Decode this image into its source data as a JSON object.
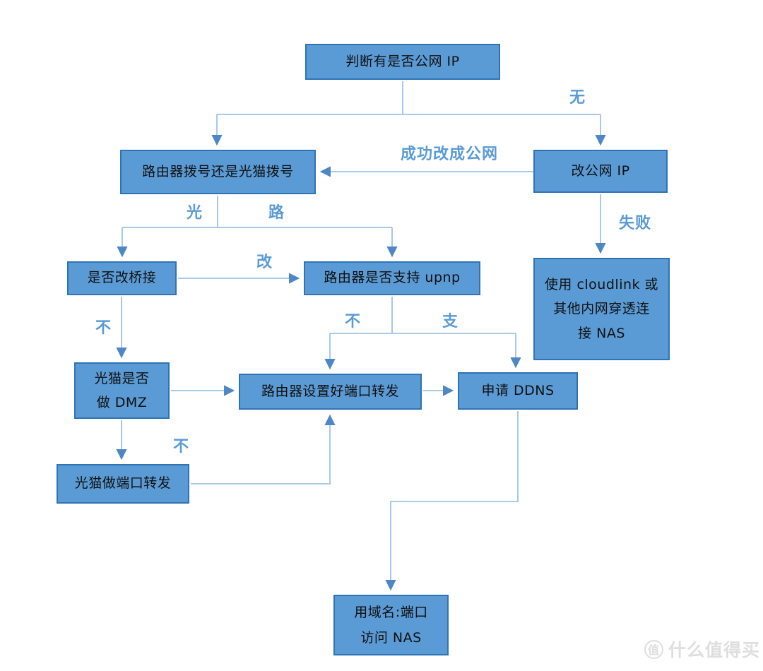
{
  "diagram": {
    "description": "NAS public IP decision flowchart"
  },
  "nodes": {
    "check_public_ip": {
      "label": "判断有是否公网 IP"
    },
    "dial_mode": {
      "label": "路由器拨号还是光猫拨号"
    },
    "change_public_ip": {
      "label": "改公网 IP"
    },
    "cloudlink": {
      "line1": "使用 cloudlink 或",
      "line2": "其他内网穿透连",
      "line3": "接 NAS"
    },
    "bridge": {
      "label": "是否改桥接"
    },
    "upnp": {
      "label": "路由器是否支持 upnp"
    },
    "dmz": {
      "line1": "光猫是否",
      "line2": "做 DMZ"
    },
    "port_forward_router": {
      "label": "路由器设置好端口转发"
    },
    "ddns": {
      "label": "申请 DDNS"
    },
    "port_forward_modem": {
      "label": "光猫做端口转发"
    },
    "access_nas": {
      "line1": "用域名:端口",
      "line2": "访问 NAS"
    }
  },
  "edge_labels": {
    "no_public_ip": "无",
    "success_changed": "成功改成公网",
    "fail": "失败",
    "optical_modem": "光",
    "router": "路",
    "change": "改",
    "no_bridge": "不",
    "no_upnp": "不",
    "support": "支",
    "no_dmz": "不"
  },
  "watermark": {
    "logo_char": "值",
    "text": "什么值得买"
  },
  "colors": {
    "node_fill": "#5B9BD5",
    "node_border": "#2E74B5",
    "connector_line": "#9DC3E6",
    "arrowhead": "#4E87C6",
    "edge_label_text": "#5B9BD5",
    "node_text": "#101010",
    "watermark_text": "#DEDEDE"
  }
}
